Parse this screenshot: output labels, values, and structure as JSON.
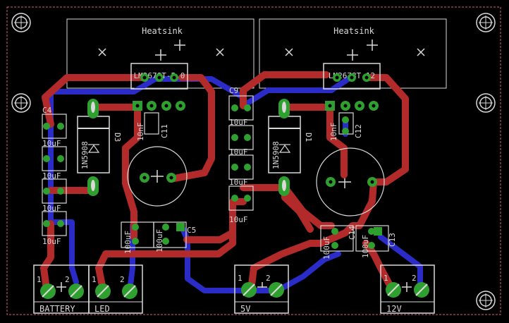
{
  "colors": {
    "background": "#000000",
    "top_copper": "#b32a2a",
    "bottom_copper": "#2b2bc8",
    "pad": "#2fa02f",
    "silkscreen": "#d9d9d9",
    "board_edge": "#d85a8c"
  },
  "heatsinks": [
    {
      "label": "Heatsink"
    },
    {
      "label": "Heatsink"
    }
  ],
  "regulators": [
    {
      "label": "LM2678T-5.0"
    },
    {
      "label": "LM2678T-12"
    }
  ],
  "diodes": [
    {
      "part": "1N5908",
      "ref": "D3"
    },
    {
      "part": "1N5908",
      "ref": "D1"
    }
  ],
  "capacitors": {
    "c4": "C4",
    "c9": "C9",
    "c5": "C5",
    "c11": "C11",
    "c12": "C12",
    "c13": "C13",
    "c14": "C14",
    "ten_uf": "10uF",
    "ten_nf": "10nF",
    "hundred_uf": "100uF"
  },
  "connectors": [
    {
      "label": "BATTERY",
      "pin1": "1",
      "pin2": "2"
    },
    {
      "label": "LED",
      "pin1": "1",
      "pin2": "2"
    },
    {
      "label": "5V",
      "pin1": "1",
      "pin2": "2"
    },
    {
      "label": "12V",
      "pin1": "1",
      "pin2": "2"
    }
  ],
  "icons": [
    "mounting-hole-icon",
    "plus-marker-icon",
    "x-marker-icon"
  ]
}
